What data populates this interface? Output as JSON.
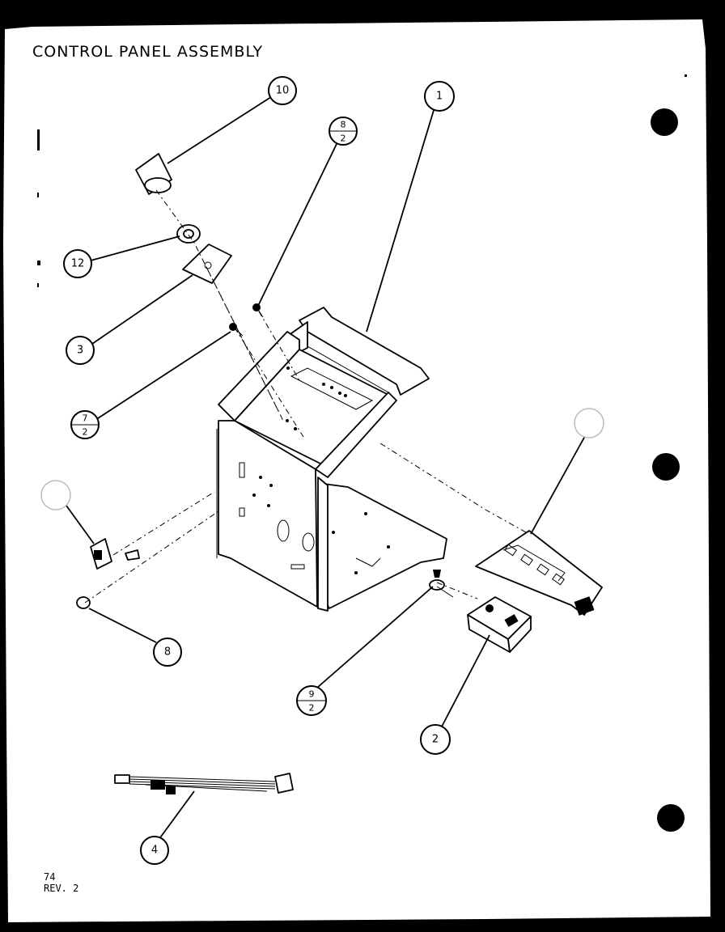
{
  "title": "CONTROL PANEL ASSEMBLY",
  "callouts": {
    "c10": "10",
    "c1": "1",
    "c8_2_top": "8",
    "c8_2_bottom": "2",
    "c12": "12",
    "c3": "3",
    "c7_2_top": "7",
    "c7_2_bottom": "2",
    "c8": "8",
    "c9_2_top": "9",
    "c9_2_bottom": "2",
    "c2": "2",
    "c4": "4"
  },
  "footer": {
    "page_number": "74",
    "revision": "REV. 2"
  }
}
